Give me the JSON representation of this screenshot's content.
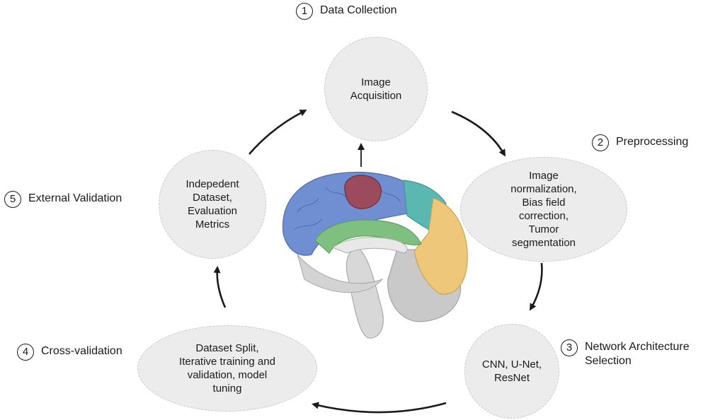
{
  "steps": [
    {
      "number": "1",
      "title": "Data Collection",
      "bubble": "Image\nAcquisition"
    },
    {
      "number": "2",
      "title": "Preprocessing",
      "bubble": "Image\nnormalization,\nBias field\ncorrection,\nTumor\nsegmentation"
    },
    {
      "number": "3",
      "title": "Network Architecture\nSelection",
      "bubble": "CNN, U-Net,\nResNet"
    },
    {
      "number": "4",
      "title": "Cross-validation",
      "bubble": "Dataset Split,\nIterative training and\nvalidation, model\ntuning"
    },
    {
      "number": "5",
      "title": "External Validation",
      "bubble": "Indepedent\nDataset,\nEvaluation\nMetrics"
    }
  ],
  "colors": {
    "bubble_fill": "#ececec",
    "bubble_border": "#c9c9c9",
    "arrow": "#1a1a1a",
    "brain_blue": "#6f8fd2",
    "brain_teal": "#5bb8b0",
    "brain_yellow": "#efc77a",
    "brain_green": "#7fbf7f",
    "tumor": "#9b4b5c",
    "brainstem_gray": "#cfcfcf"
  }
}
